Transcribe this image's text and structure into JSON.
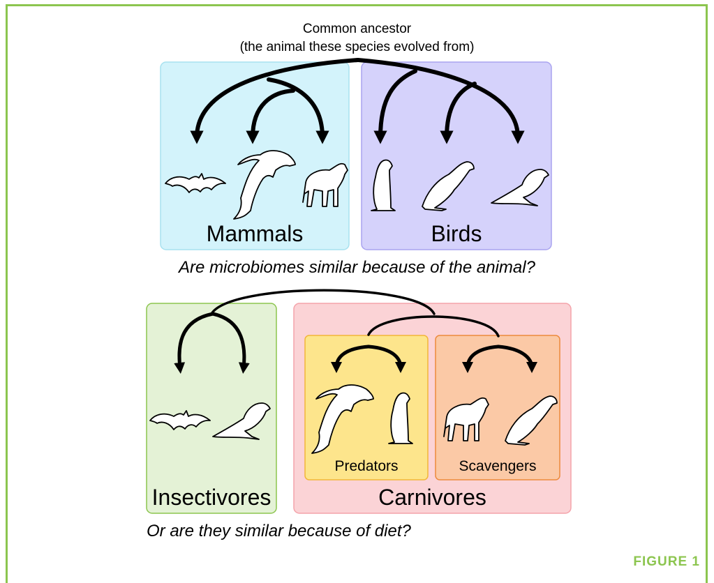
{
  "ancestor": {
    "line1": "Common ancestor",
    "line2": "(the animal these species evolved from)"
  },
  "groups": {
    "mammals": "Mammals",
    "birds": "Birds",
    "insectivores": "Insectivores",
    "carnivores": "Carnivores",
    "predators": "Predators",
    "scavengers": "Scavengers"
  },
  "questions": {
    "animal": "Are microbiomes similar because of the animal?",
    "diet": "Or are they similar because of diet?"
  },
  "figure_label": "FIGURE 1",
  "colors": {
    "frame": "#8cc54f",
    "mammals_fill": "#d3f3fb",
    "birds_fill": "#d5d2fb",
    "insectivores_fill": "#e4f2d6",
    "carnivores_fill": "#fbd3d6",
    "predators_fill": "#fde58c",
    "scavengers_fill": "#fbc9a6"
  }
}
